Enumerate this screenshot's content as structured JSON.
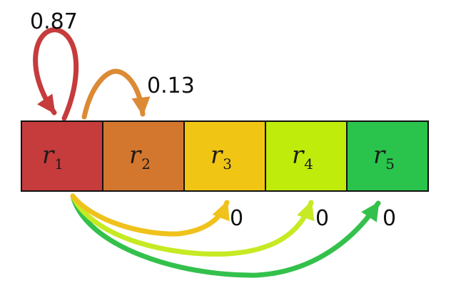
{
  "states": [
    {
      "name": "r",
      "sub": "1",
      "color": "#c63b3c"
    },
    {
      "name": "r",
      "sub": "2",
      "color": "#d4772e"
    },
    {
      "name": "r",
      "sub": "3",
      "color": "#f0c514"
    },
    {
      "name": "r",
      "sub": "4",
      "color": "#c0ec0b"
    },
    {
      "name": "r",
      "sub": "5",
      "color": "#2ac44c"
    }
  ],
  "transitions": [
    {
      "from": "r1",
      "to": "r1",
      "label": "0.87",
      "color": "#c63b3c"
    },
    {
      "from": "r1",
      "to": "r2",
      "label": "0.13",
      "color": "#dc8a35"
    },
    {
      "from": "r1",
      "to": "r3",
      "label": "0",
      "color": "#efc21c"
    },
    {
      "from": "r1",
      "to": "r4",
      "label": "0",
      "color": "#c6ea23"
    },
    {
      "from": "r1",
      "to": "r5",
      "label": "0",
      "color": "#33c14c"
    }
  ]
}
